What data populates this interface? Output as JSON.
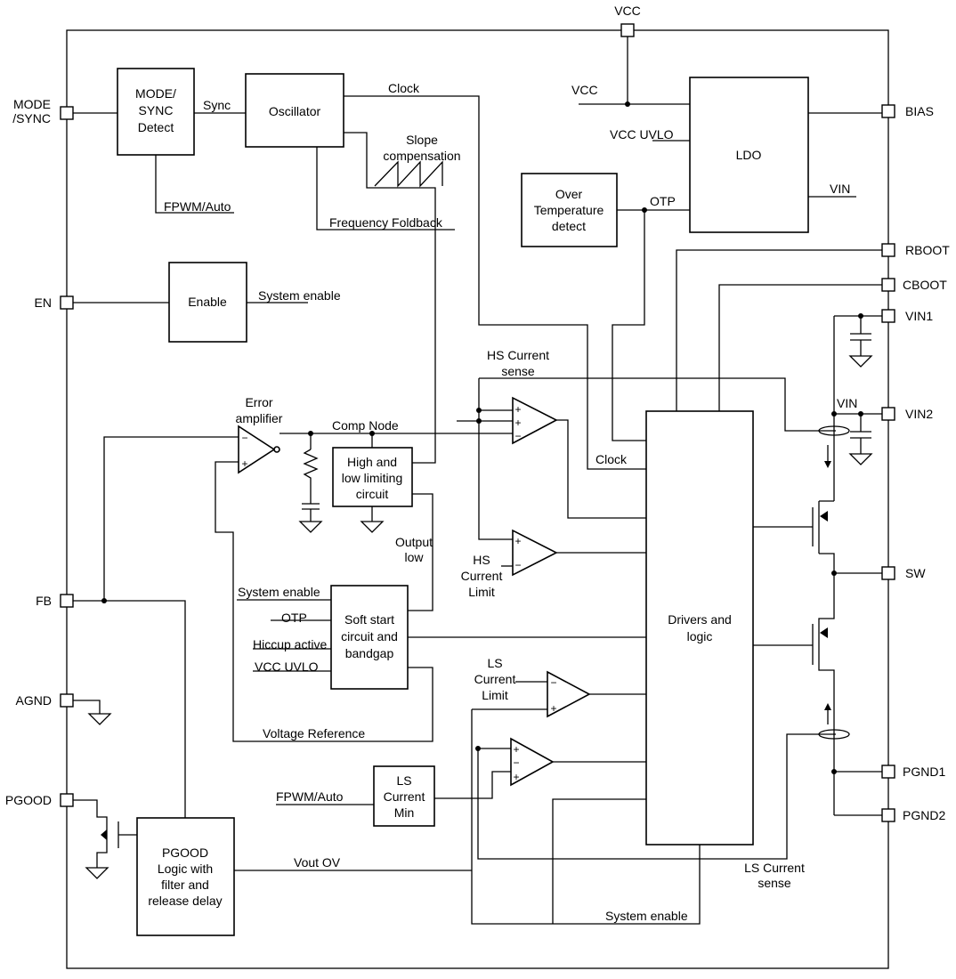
{
  "pins": {
    "vcc": "VCC",
    "mode1": "MODE",
    "mode2": "/SYNC",
    "en": "EN",
    "fb": "FB",
    "agnd": "AGND",
    "pgood": "PGOOD",
    "bias": "BIAS",
    "rboot": "RBOOT",
    "cboot": "CBOOT",
    "vin1": "VIN1",
    "vin2": "VIN2",
    "sw": "SW",
    "pgnd1": "PGND1",
    "pgnd2": "PGND2"
  },
  "blocks": {
    "mode_detect": [
      "MODE/",
      "SYNC",
      "Detect"
    ],
    "oscillator": [
      "Oscillator"
    ],
    "ldo": [
      "LDO"
    ],
    "otp": [
      "Over",
      "Temperature",
      "detect"
    ],
    "enable": [
      "Enable"
    ],
    "limiting": [
      "High and",
      "low limiting",
      "circuit"
    ],
    "softstart": [
      "Soft start",
      "circuit and",
      "bandgap"
    ],
    "drivers": [
      "Drivers and",
      "logic"
    ],
    "ls_min": [
      "LS",
      "Current",
      "Min"
    ],
    "pgood_logic": [
      "PGOOD",
      "Logic with",
      "filter and",
      "release delay"
    ]
  },
  "labels": {
    "sync": "Sync",
    "clock_top": "Clock",
    "vcc_in": "VCC",
    "slope": [
      "Slope",
      "compensation"
    ],
    "vcc_uvlo_top": "VCC UVLO",
    "vin_ldo": "VIN",
    "otp": "OTP",
    "fpwm_top": "FPWM/Auto",
    "freq_foldback": "Frequency Foldback",
    "system_enable_top": "System enable",
    "hs_sense": [
      "HS Current",
      "sense"
    ],
    "error_amp": [
      "Error",
      "amplifier"
    ],
    "comp_node": "Comp Node",
    "clock_mid": "Clock",
    "vin_node": "VIN",
    "output_low": [
      "Output",
      "low"
    ],
    "hs_limit": [
      "HS",
      "Current",
      "Limit"
    ],
    "sys_enable_ss": "System enable",
    "otp_ss": "OTP",
    "hiccup": "Hiccup active",
    "vcc_uvlo_ss": "VCC UVLO",
    "ls_limit": [
      "LS",
      "Current",
      "Limit"
    ],
    "voltage_ref": "Voltage Reference",
    "fpwm_bottom": "FPWM/Auto",
    "vout_ov": "Vout OV",
    "ls_sense": [
      "LS Current",
      "sense"
    ],
    "sys_enable_bottom": "System enable"
  },
  "symbols": {
    "plus": "+",
    "minus": "−"
  }
}
